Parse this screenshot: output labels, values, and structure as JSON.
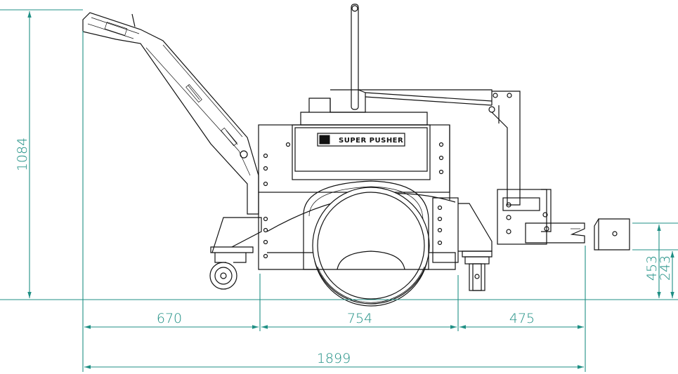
{
  "colors": {
    "dimension": "#1f8f84",
    "drawing": "#111111",
    "background": "#ffffff"
  },
  "machine": {
    "brand_label": "SUPER PUSHER"
  },
  "dimensions": {
    "overall_height": "1084",
    "rear_section": "670",
    "middle_section": "754",
    "front_section": "475",
    "overall_length": "1899",
    "coupling_height_top": "453",
    "coupling_height_bottom": "243"
  }
}
